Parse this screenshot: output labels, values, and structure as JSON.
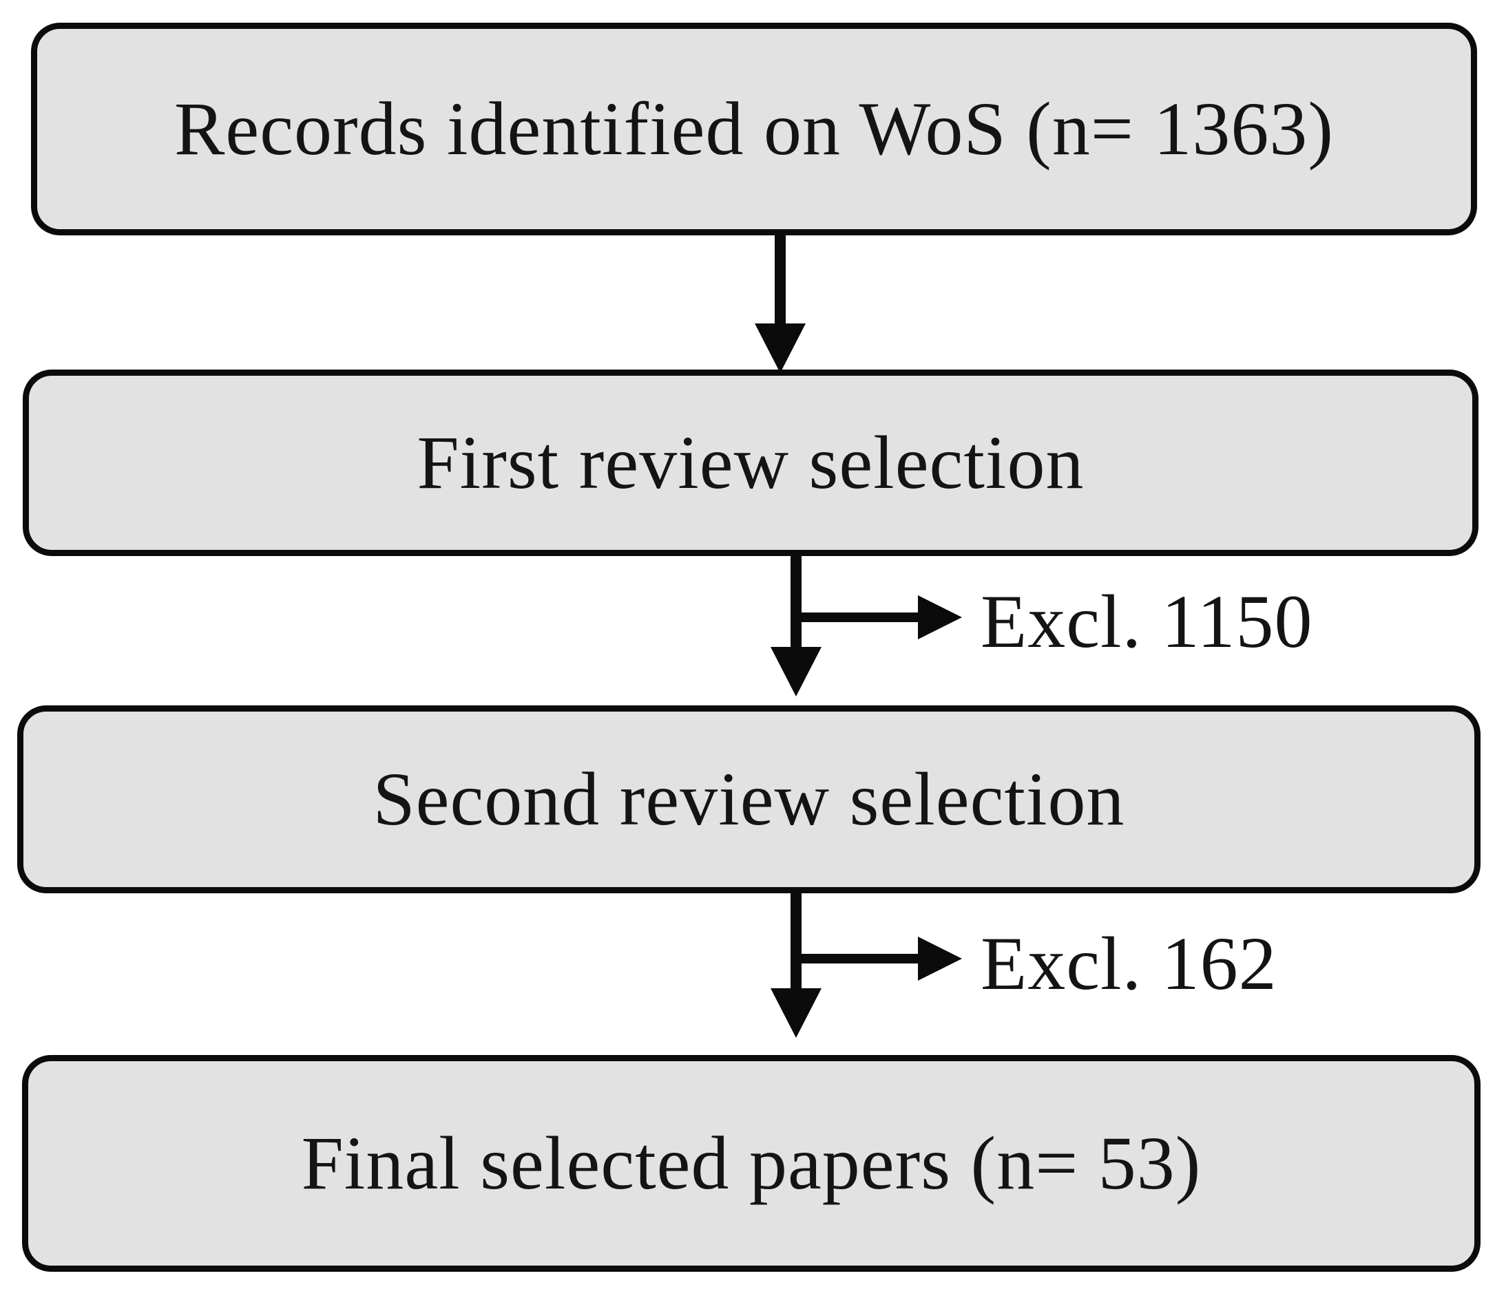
{
  "diagram": {
    "type": "flowchart",
    "boxes": [
      {
        "id": "records-identified",
        "label": "Records identified on WoS (n= 1363)"
      },
      {
        "id": "first-review",
        "label": "First review selection"
      },
      {
        "id": "second-review",
        "label": "Second review selection"
      },
      {
        "id": "final-selected",
        "label": "Final selected papers (n= 53)"
      }
    ],
    "exclusions": [
      {
        "id": "exclusion-first",
        "label": "Excl. 1150"
      },
      {
        "id": "exclusion-second",
        "label": "Excl. 162"
      }
    ],
    "counts": {
      "identified": 1363,
      "excluded_first_review": 1150,
      "excluded_second_review": 162,
      "final_selected": 53
    },
    "colors": {
      "background": "#ffffff",
      "box_fill": "#e2e2e2",
      "box_border": "#0b0b0b",
      "arrow": "#0b0b0b",
      "text": "#141414"
    }
  }
}
